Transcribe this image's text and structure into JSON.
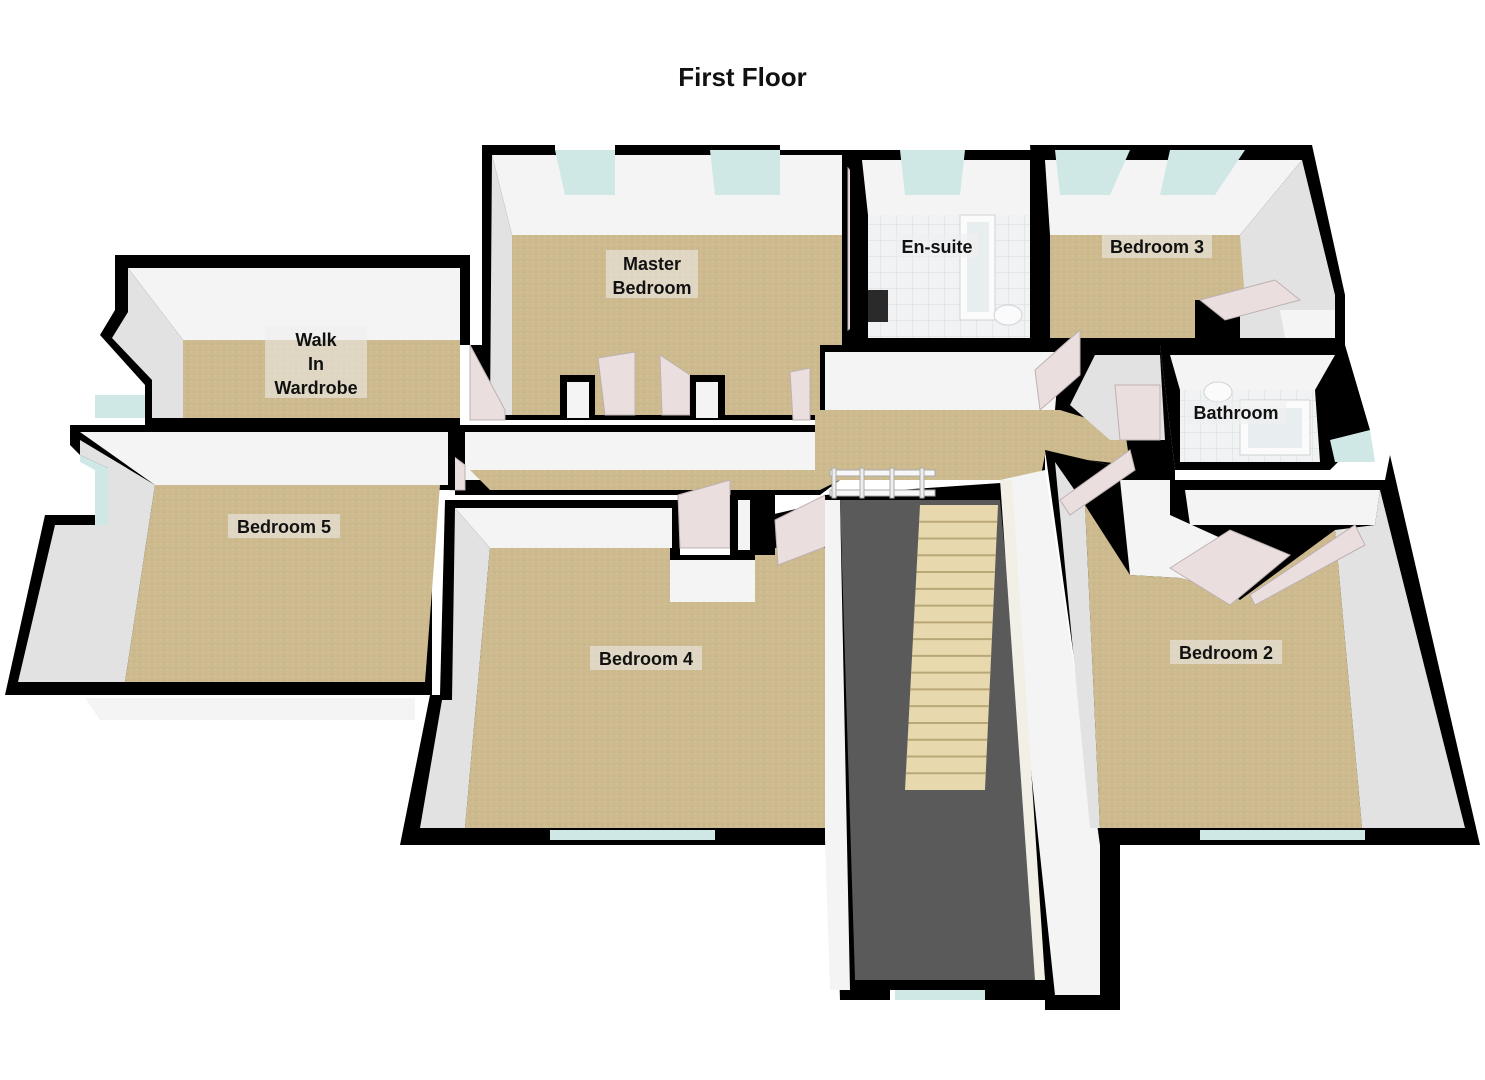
{
  "title": "First Floor",
  "rooms": {
    "walk_in_wardrobe": [
      "Walk",
      "In",
      "Wardrobe"
    ],
    "master_bedroom": [
      "Master",
      "Bedroom"
    ],
    "en_suite": "En-suite",
    "bedroom_3": "Bedroom 3",
    "bathroom": "Bathroom",
    "bedroom_5": "Bedroom 5",
    "bedroom_4": "Bedroom 4",
    "bedroom_2": "Bedroom 2"
  },
  "colors": {
    "carpet": "#cdbb8f",
    "wall": "#000000",
    "wall_face": "#f4f4f4",
    "tile": "#eef1f2",
    "glass": "#cfe8e6",
    "stair_runner": "#5a5a5a"
  }
}
